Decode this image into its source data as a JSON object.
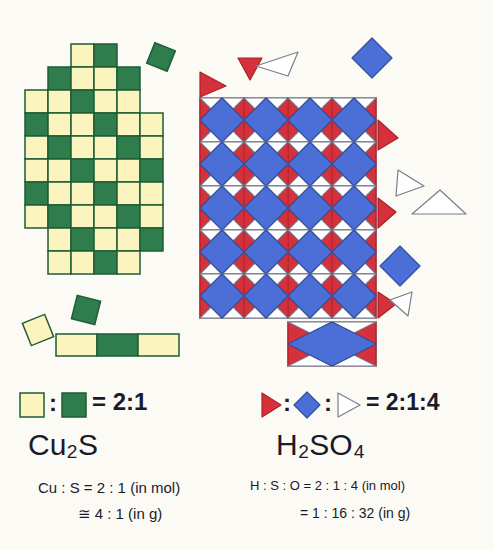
{
  "diagram": {
    "labels": [
      ":",
      "= 2:1",
      ":",
      ":",
      "= 2:1:4",
      "Cu₂S",
      "Cu : S = 2 : 1 (in mol)",
      "≅ 4 : 1 (in g)",
      "H₂SO₄",
      "H : S : O = 2 : 1 : 4 (in mol)",
      "= 1 : 16 : 32 (in g)"
    ]
  }
}
